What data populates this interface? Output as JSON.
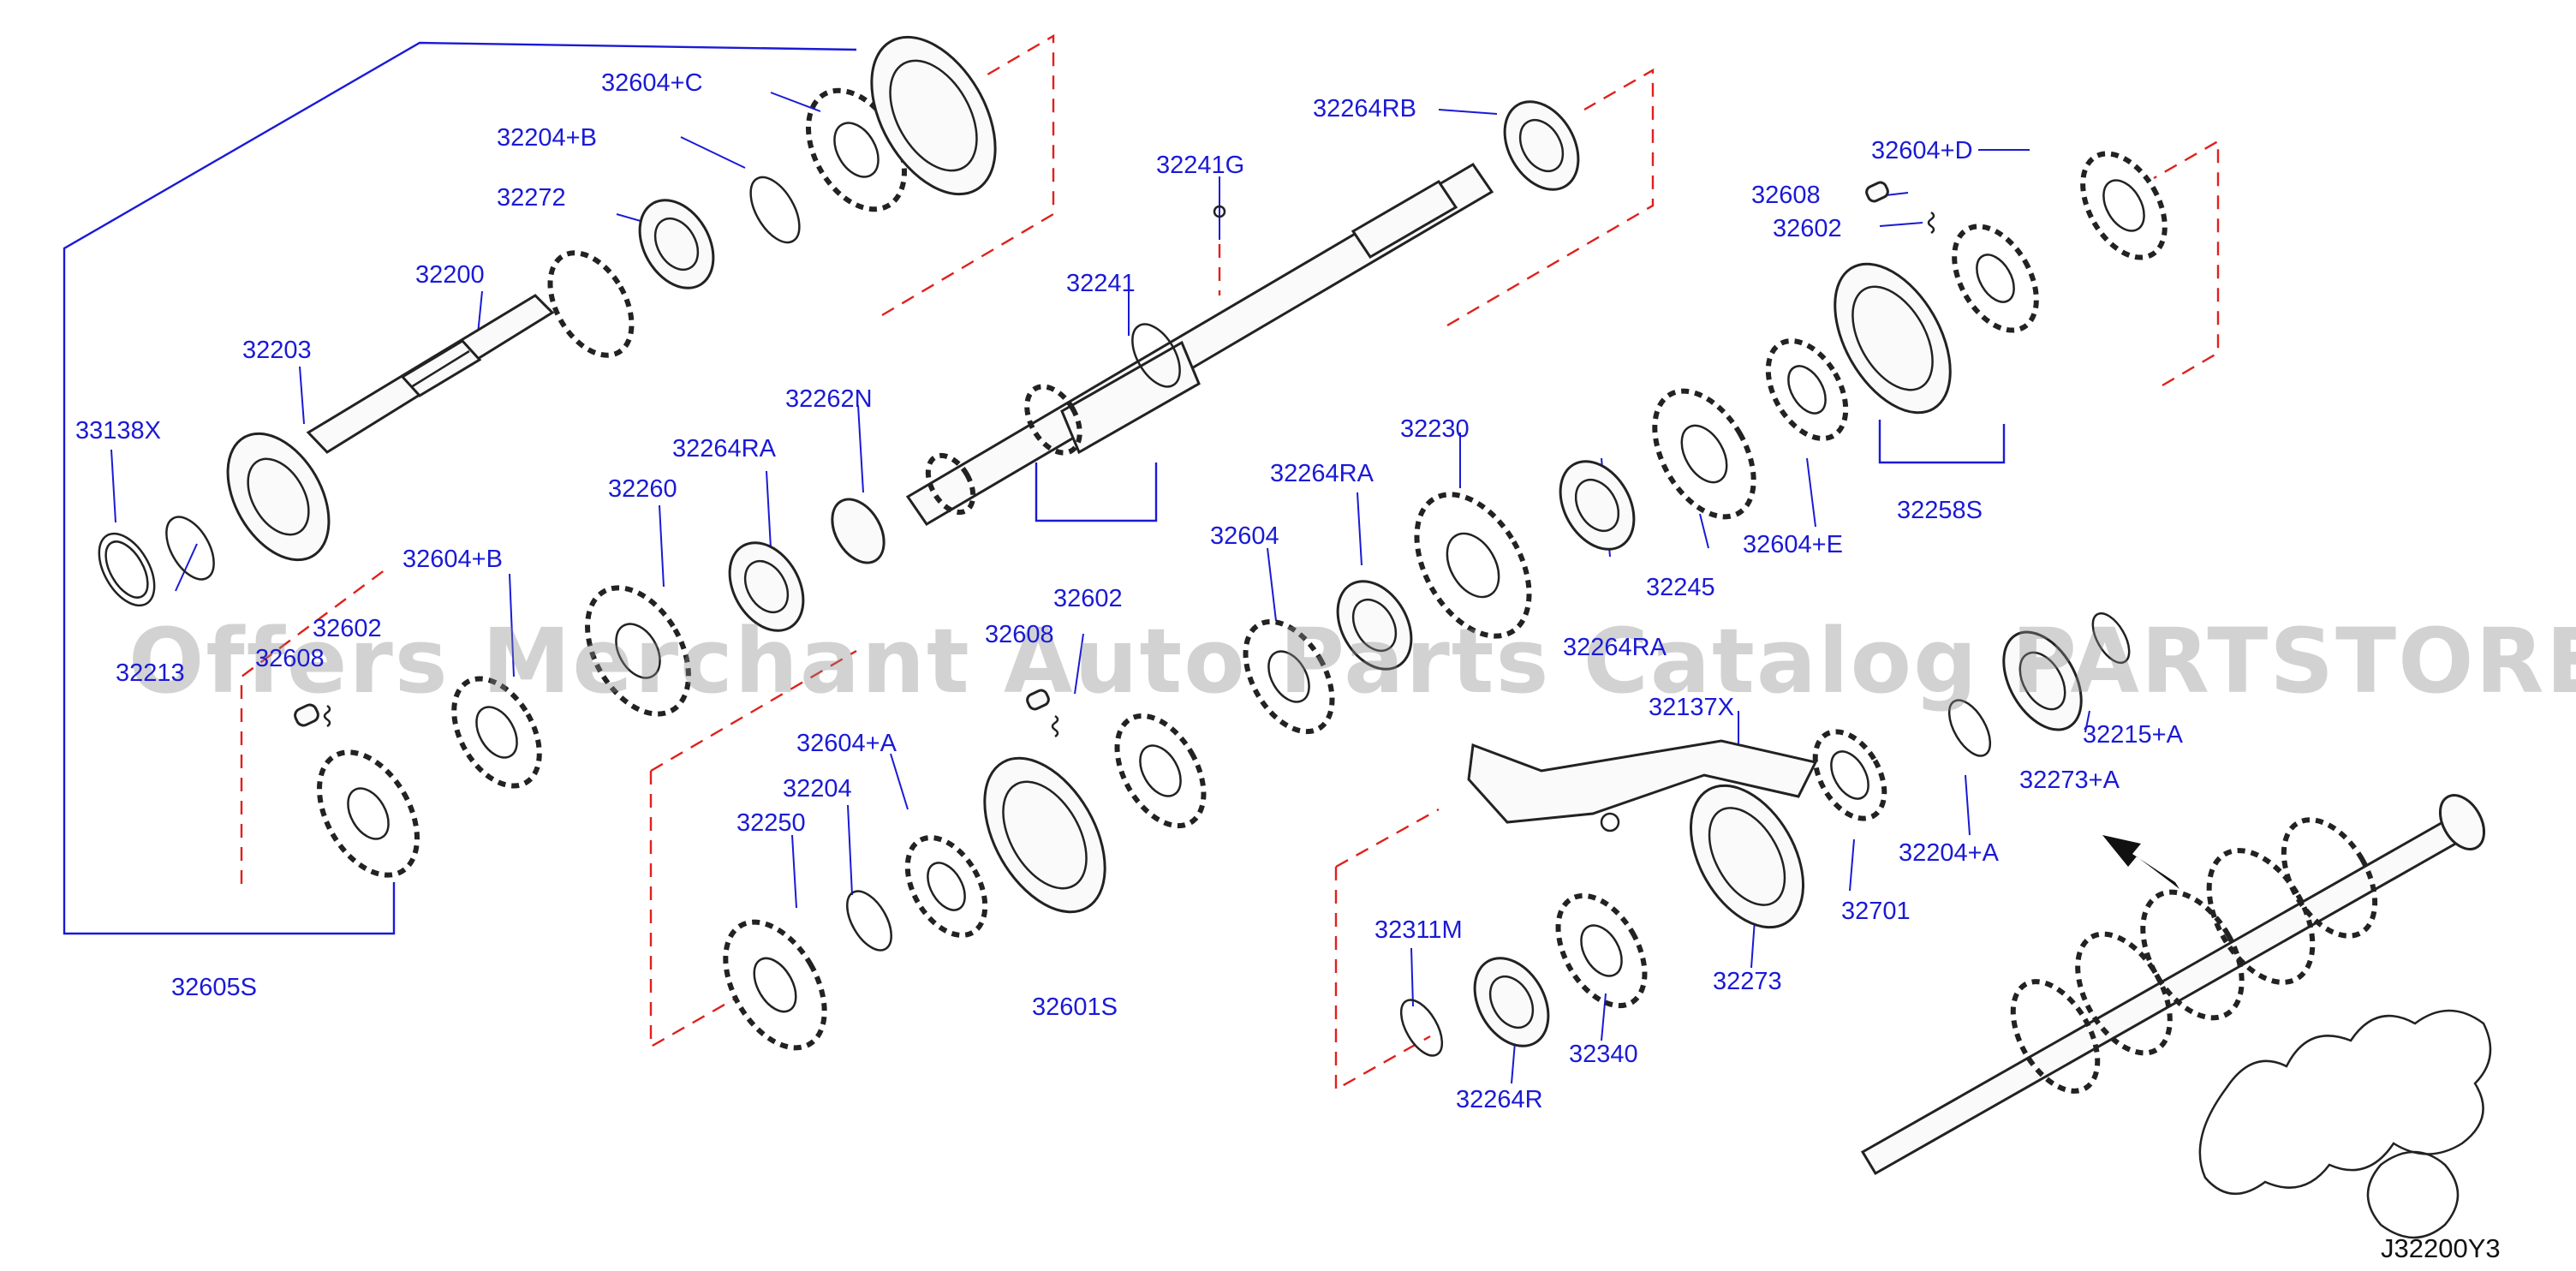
{
  "diagram": {
    "ref_code": "J32200Y3",
    "watermark": "Offers Merchant Auto Parts Catalog PARTSTORE.SA",
    "part_labels": {
      "p32604C": "32604+C",
      "p32204B": "32204+B",
      "p32272": "32272",
      "p32200": "32200",
      "p32203": "32203",
      "p33138X": "33138X",
      "p32213": "32213",
      "p32604B": "32604+B",
      "p32602L": "32602",
      "p32608L": "32608",
      "p32605S": "32605S",
      "p32264RB": "32264RB",
      "p32241G": "32241G",
      "p32241": "32241",
      "p32262N": "32262N",
      "p32264RA1": "32264RA",
      "p32260": "32260",
      "p32604": "32604",
      "p32608M": "32608",
      "p32602M": "32602",
      "p32604A": "32604+A",
      "p32204": "32204",
      "p32250": "32250",
      "p32601S": "32601S",
      "p32264RA2": "32264RA",
      "p32230": "32230",
      "p32264RA3": "32264RA",
      "p32245": "32245",
      "p32604E": "32604+E",
      "p32258S": "32258S",
      "p32604D": "32604+D",
      "p32608R": "32608",
      "p32602R": "32602",
      "p32137X": "32137X",
      "p32215A": "32215+A",
      "p32273A": "32273+A",
      "p32204A": "32204+A",
      "p32701": "32701",
      "p32273": "32273",
      "p32311M": "32311M",
      "p32264R": "32264R",
      "p32340": "32340"
    },
    "colors": {
      "label": "#1a1ad6",
      "guide": "#e0201c",
      "line": "#222222"
    }
  }
}
